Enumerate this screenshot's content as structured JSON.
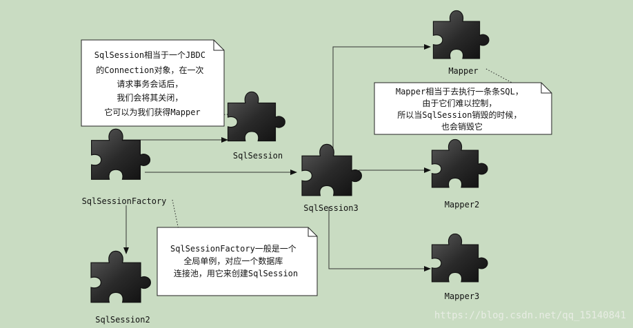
{
  "nodes": {
    "sqlsessionfactory": "SqlSessionFactory",
    "sqlsession": "SqlSession",
    "sqlsession2": "SqlSession2",
    "sqlsession3": "SqlSession3",
    "mapper": "Mapper",
    "mapper2": "Mapper2",
    "mapper3": "Mapper3"
  },
  "notes": {
    "sqlsession_note": [
      "SqlSession相当于一个JBDC",
      "的Connection对象，在一次",
      "请求事务会话后，",
      "我们会将其关闭，",
      "它可以为我们获得Mapper"
    ],
    "factory_note": [
      "SqlSessionFactory一般是一个",
      "全局单例，对应一个数据库",
      "连接池，用它来创建SqlSession"
    ],
    "mapper_note": [
      "Mapper相当于去执行一条条SQL，",
      "由于它们难以控制，",
      "所以当SqlSession销毁的时候，",
      "也会销毁它"
    ]
  },
  "watermark": "https://blog.csdn.net/qq_15140841",
  "colors": {
    "background": "#c9dcc2",
    "puzzle_piece": "#2e2e2e",
    "note_fill": "#ffffff",
    "line": "#333333"
  },
  "icons": [
    "puzzle-piece-icon"
  ]
}
